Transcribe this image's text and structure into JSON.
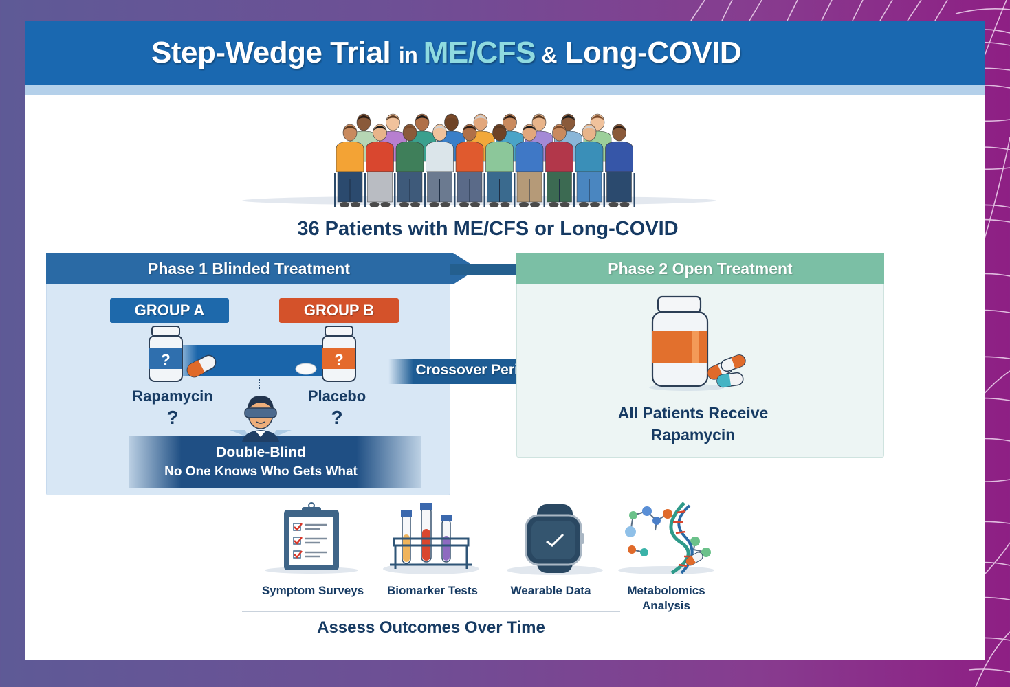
{
  "title": {
    "part1": "Step-Wedge Trial ",
    "part2": "in ",
    "part3": "ME/CFS",
    "part4": " & Long-COVID",
    "accent_color": "#8fdbe0",
    "bar_color": "#1a68b0"
  },
  "patients": {
    "label": "36 Patients with ME/CFS or Long-COVID",
    "count": 36
  },
  "phase1": {
    "title": "Phase 1 Blinded Treatment",
    "color": "#2a6aa5",
    "group_a": {
      "label": "GROUP A",
      "drug": "Rapamycin",
      "question": "?",
      "bottle_mark": "?",
      "color": "#1e69ab"
    },
    "group_b": {
      "label": "GROUP B",
      "drug": "Placebo",
      "question": "?",
      "bottle_mark": "?",
      "color": "#d4522a"
    },
    "blind": {
      "title": "Double-Blind",
      "subtitle": "No One Knows Who Gets What"
    }
  },
  "crossover": {
    "label": "Crossover Period"
  },
  "phase2": {
    "title": "Phase 2 Open Treatment",
    "color": "#7bbfa5",
    "description_line1": "All Patients Receive",
    "description_line2": "Rapamycin"
  },
  "outcomes": {
    "items": [
      {
        "label": "Symptom Surveys",
        "icon": "clipboard-checklist-icon"
      },
      {
        "label": "Biomarker Tests",
        "icon": "test-tubes-icon"
      },
      {
        "label": "Wearable Data",
        "icon": "smartwatch-icon"
      },
      {
        "label": "Metabolomics Analysis",
        "icon": "molecule-dna-icon"
      }
    ],
    "summary": "Assess Outcomes Over Time"
  }
}
